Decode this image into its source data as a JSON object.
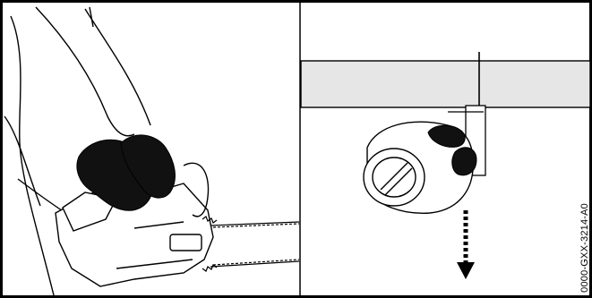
{
  "figure": {
    "reference_code": "0000-GXX-3214-A0"
  },
  "colors": {
    "ink": "#000000",
    "paper": "#ffffff",
    "log_fill": "#e6e6e6",
    "glove": "#111111"
  },
  "panels": [
    {
      "id": "left",
      "content": "hands gripping chainsaw with bar and chain"
    },
    {
      "id": "right",
      "content": "operator below overhead log, arrow pointing down"
    }
  ]
}
